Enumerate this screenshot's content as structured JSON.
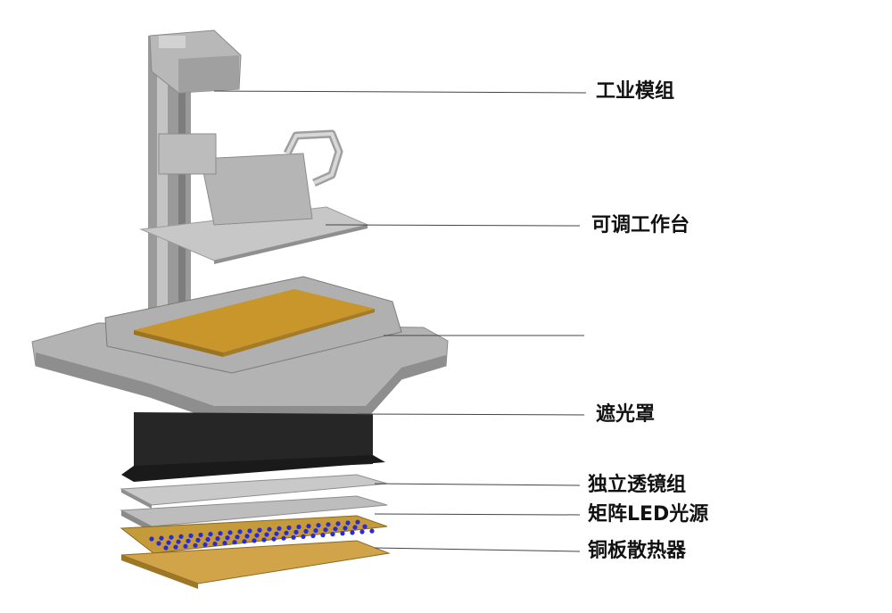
{
  "labels": [
    {
      "id": "industrial-module",
      "text": "工业模组"
    },
    {
      "id": "adjustable-platform",
      "text": "可调工作台"
    },
    {
      "id": "light-shield",
      "text": "遮光罩"
    },
    {
      "id": "independent-lens-group",
      "text": "独立透镜组"
    },
    {
      "id": "matrix-led-source",
      "text": "矩阵LED光源"
    },
    {
      "id": "copper-heatsink",
      "text": "铜板散热器"
    }
  ],
  "colors": {
    "metal": "#a9a9a9",
    "metal_dark": "#7e7e7e",
    "shield": "#262626",
    "resin": "#c8962a",
    "copper": "#c59a3a",
    "led_blue": "#2b2bd6"
  }
}
